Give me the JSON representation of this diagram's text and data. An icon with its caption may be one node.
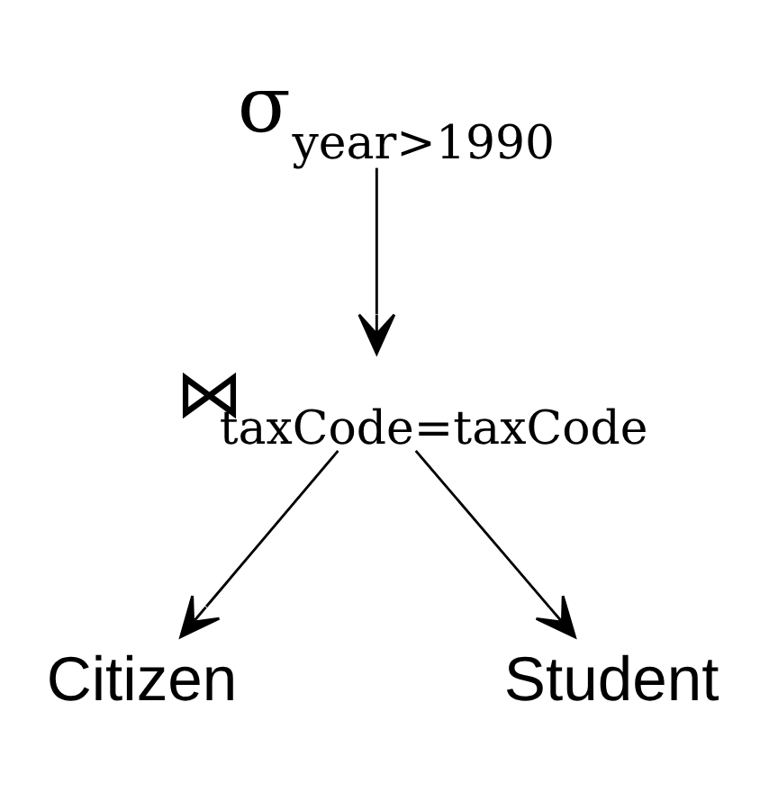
{
  "diagram": {
    "nodes": [
      {
        "text": [
          "σ$_{year>1990}$"
        ]
      },
      {
        "text": [
          "⋈$_{taxCode=taxCode}$"
        ]
      },
      {
        "text": [
          "Citizen"
        ]
      },
      {
        "text": [
          "Student"
        ]
      }
    ],
    "edges": [
      {
        "from": 0,
        "to": 1,
        "arrow": "to"
      },
      {
        "from": 1,
        "to": 2,
        "arrow": "to"
      },
      {
        "from": 1,
        "to": 3,
        "arrow": "to"
      }
    ]
  }
}
